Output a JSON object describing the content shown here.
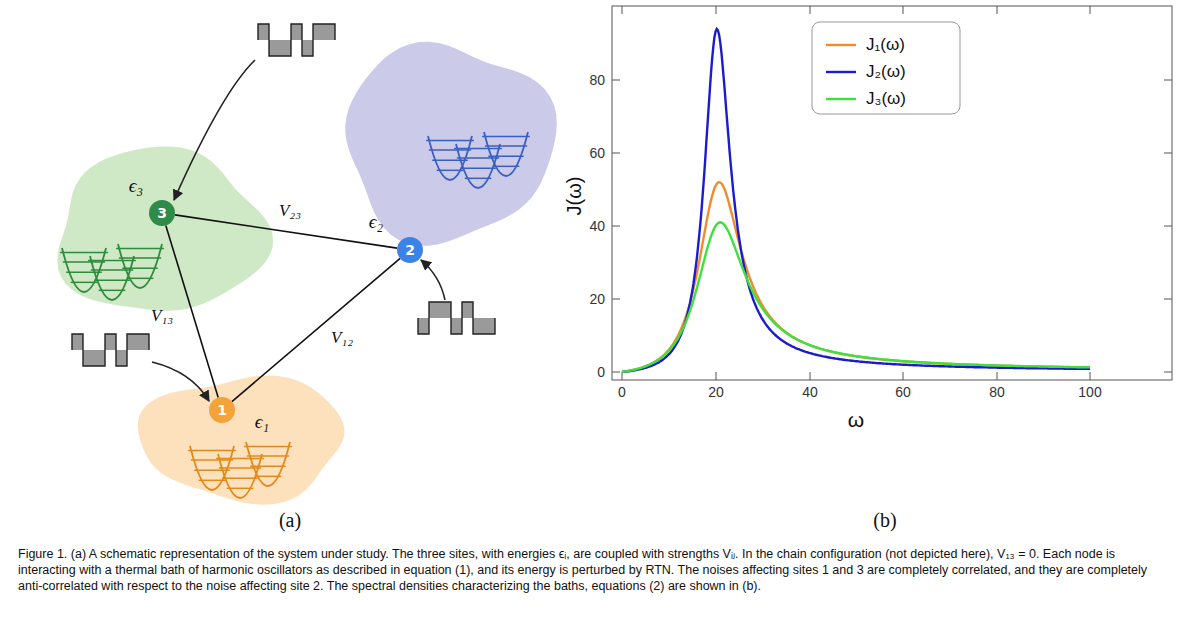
{
  "diagram": {
    "caption": "Figure 1. (a) A schematic representation of the system under study. The three sites, with energies ϵᵢ, are coupled with strengths Vᵢⱼ. In the chain configuration (not depicted here), V₁₃ = 0. Each node is interacting with a thermal bath of harmonic oscillators as described in equation (1), and its energy is perturbed by RTN. The noises affecting sites 1 and 3 are completely correlated, and they are completely anti-correlated with respect to the noise affecting site 2. The spectral densities characterizing the baths, equations (2) are shown in (b).",
    "nodes": [
      {
        "text": [
          "1"
        ]
      },
      {
        "text": [
          "2"
        ]
      },
      {
        "text": [
          "3"
        ]
      }
    ],
    "edges": [
      {
        "from": 0,
        "to": 1,
        "arrow": "none",
        "label": "V₁₂"
      },
      {
        "from": 1,
        "to": 2,
        "arrow": "none",
        "label": "V₂₃"
      },
      {
        "from": 0,
        "to": 2,
        "arrow": "none",
        "label": "V₁₃"
      }
    ],
    "labels": [
      "ϵ₁",
      "ϵ₂",
      "ϵ₃",
      "(a)",
      "0",
      "20",
      "40",
      "60",
      "80",
      "0",
      "20",
      "40",
      "60",
      "80",
      "100",
      "J(ω)",
      "ω",
      "(b)"
    ],
    "legend": [
      {
        "text": "J₁(ω)"
      },
      {
        "text": "J₂(ω)"
      },
      {
        "text": "J₃(ω)"
      }
    ]
  }
}
